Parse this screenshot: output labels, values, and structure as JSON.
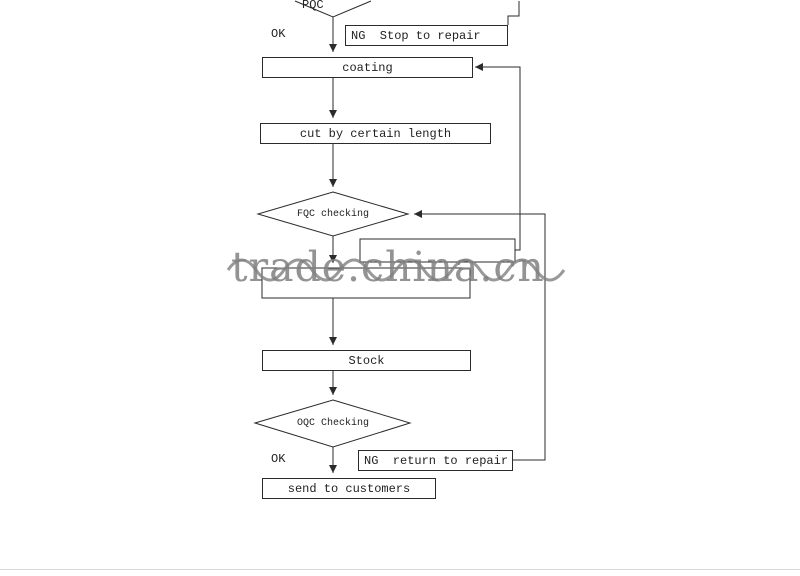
{
  "diagram": {
    "watermark": "trade.china.cn",
    "colors": {
      "line": "#2b2b2b",
      "watermark": "#808080",
      "box_background": "#ffffff"
    },
    "nodes": {
      "pqc": "PQC",
      "ok_top": "OK",
      "ng_stop_to_repair": "NG  Stop to repair",
      "coating": "coating",
      "cut_by_certain_length": "cut by certain length",
      "fqc_checking": "FQC checking",
      "ng_after_fqc": "",
      "process_after_fqc": "",
      "stock": "Stock",
      "oqc_checking": "OQC Checking",
      "ng_return_to_repair": "NG  return to repair",
      "ok_bottom": "OK",
      "send_to_customers": "send to customers"
    }
  }
}
